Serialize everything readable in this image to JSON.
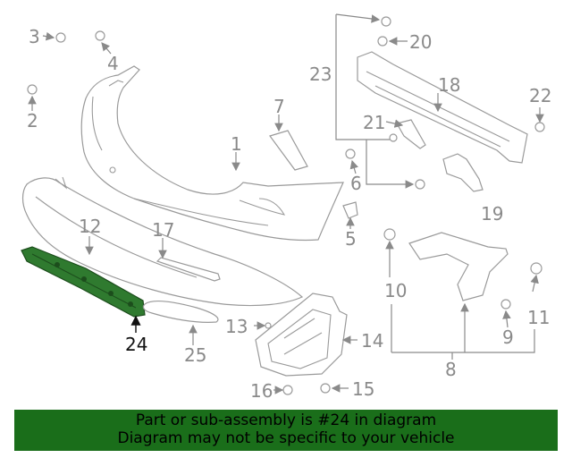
{
  "callouts": {
    "c1": "1",
    "c2": "2",
    "c3": "3",
    "c4": "4",
    "c5": "5",
    "c6": "6",
    "c7": "7",
    "c8": "8",
    "c9": "9",
    "c10": "10",
    "c11": "11",
    "c12": "12",
    "c13": "13",
    "c14": "14",
    "c15": "15",
    "c16": "16",
    "c17": "17",
    "c18": "18",
    "c19": "19",
    "c20": "20",
    "c21": "21",
    "c22": "22",
    "c23": "23",
    "c24": "24",
    "c25": "25"
  },
  "highlight": {
    "part_number": "24",
    "color": "#2f7a2f"
  },
  "colors": {
    "line": "#9a9a9a",
    "callout": "#8a8a8a",
    "banner_bg": "#1a6e1a"
  },
  "banner": {
    "line1": "Part or sub-assembly is #24 in diagram",
    "line2": "Diagram may not be specific to your vehicle"
  }
}
